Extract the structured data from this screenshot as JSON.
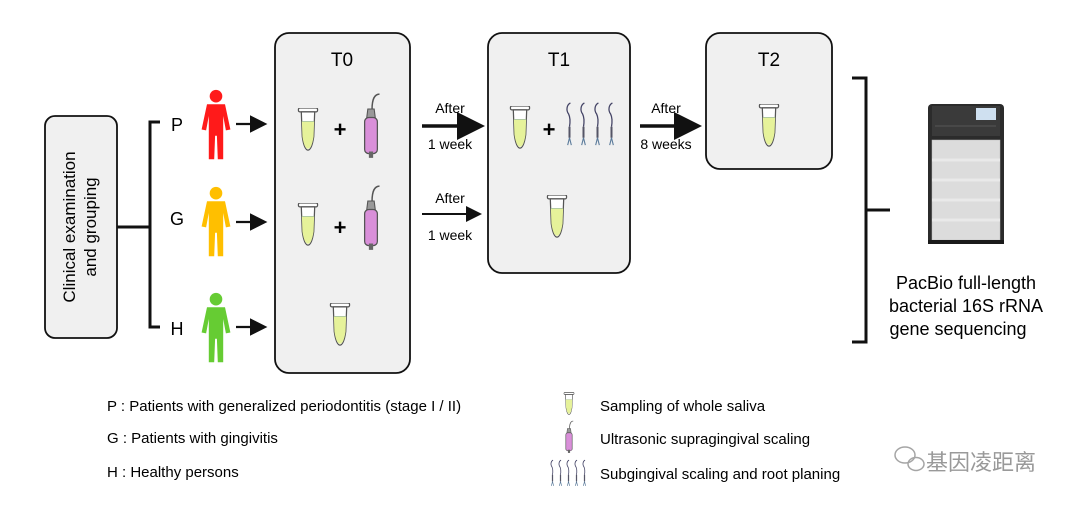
{
  "clinical_box": {
    "line1": "Clinical examination",
    "line2": "and grouping"
  },
  "groups": [
    {
      "letter": "P",
      "color": "#ff1a1a"
    },
    {
      "letter": "G",
      "color": "#ffbf00"
    },
    {
      "letter": "H",
      "color": "#66cc33"
    }
  ],
  "timepoints": {
    "t0": "T0",
    "t1": "T1",
    "t2": "T2"
  },
  "arrows": {
    "after": "After",
    "one_week": "1 week",
    "eight_weeks": "8 weeks"
  },
  "sequencing": {
    "line1": "PacBio full-length",
    "line2": "bacterial 16S rRNA",
    "line3": "gene sequencing"
  },
  "legend_groups": [
    "P : Patients with generalized periodontitis (stage I / II)",
    "G : Patients with gingivitis",
    "H : Healthy persons"
  ],
  "legend_icons": [
    {
      "icon": "tube-icon",
      "label": "Sampling of whole saliva"
    },
    {
      "icon": "scaler-icon",
      "label": "Ultrasonic supragingival scaling"
    },
    {
      "icon": "curettes-icon",
      "label": "Subgingival scaling and root planing"
    }
  ],
  "watermark": {
    "text": "基因凌距离"
  },
  "colors": {
    "tube_liquid": "#e6f29a",
    "scaler": "#d98fd9",
    "box_fill": "#f0f0f0"
  }
}
